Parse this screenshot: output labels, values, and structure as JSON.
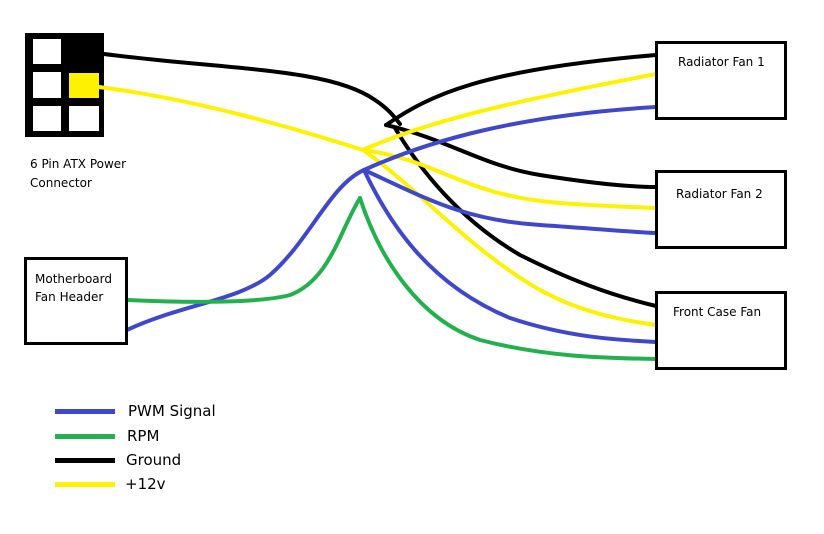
{
  "connector": {
    "caption_line1": "6 Pin ATX Power",
    "caption_line2": "Connector"
  },
  "motherboard": {
    "label_line1": "Motherboard",
    "label_line2": "Fan Header"
  },
  "fans": {
    "fan1": "Radiator Fan 1",
    "fan2": "Radiator Fan 2",
    "fan3": "Front Case Fan"
  },
  "legend": {
    "pwm": "PWM Signal",
    "rpm": "RPM",
    "ground": "Ground",
    "v12": "+12v"
  },
  "colors": {
    "pwm": "#3f48cc",
    "rpm": "#22b14c",
    "ground": "#000000",
    "v12": "#fff200"
  }
}
